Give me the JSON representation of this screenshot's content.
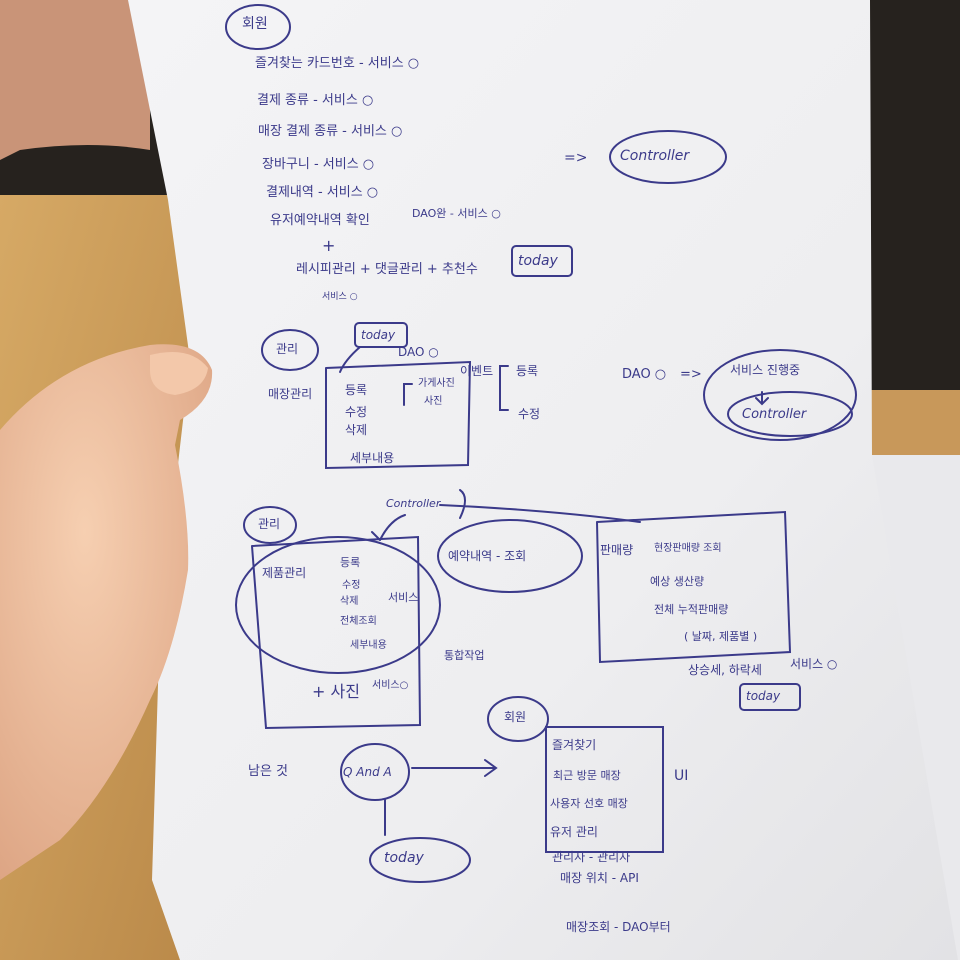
{
  "colors": {
    "ink": "#3b3a8a",
    "paper": "#f3f3f5",
    "desk": "#c99a5a",
    "dark": "#221f1c",
    "skin": "#f0c2a2"
  },
  "sec_a": {
    "head": "회원",
    "items": [
      "즐겨찾는 카드번호 - 서비스 ○",
      "결제 종류 - 서비스 ○",
      "매장 결제 종류 - 서비스 ○",
      "장바구니 - 서비스 ○",
      "결제내역 - 서비스 ○"
    ],
    "reserve": "유저예약내역 확인",
    "reserve_note": "DAO완 - 서비스 ○",
    "plus": "+",
    "line2": "레시피관리 + 댓글관리 + 추천수",
    "sub": "서비스 ○",
    "today": "today",
    "arrow": "=>",
    "controller": "Controller"
  },
  "sec_b": {
    "head": "관리",
    "today": "today",
    "dao": "DAO ○",
    "menu": "매장관리",
    "items": [
      "등록",
      "수정",
      "삭제",
      "세부내용"
    ],
    "sub": [
      "가게사진",
      "사진"
    ],
    "event": "이벤트",
    "event_items": [
      "등록",
      "수정"
    ],
    "right_dao": "DAO ○",
    "right_arrow": "=>",
    "svc": "서비스 진행중",
    "ctrl": "Controller"
  },
  "sec_c": {
    "head": "관리",
    "ctrl": "Controller",
    "menu": "제품관리",
    "items": [
      "등록",
      "수정",
      "삭제",
      "전체조회",
      "세부내용"
    ],
    "svc": "서비스",
    "merge": "통합작업",
    "photo": "+ 사진",
    "photo_note": "서비스○",
    "reserve": "예약내역 - 조회",
    "sales_head": "판매량",
    "sales": [
      "현장판매량 조회",
      "예상 생산량",
      "전체 누적판매량",
      "( 날짜, 제품별 )"
    ],
    "after": "상승세, 하락세",
    "after_note": "서비스 ○",
    "today": "today"
  },
  "sec_d": {
    "head": "회원",
    "remain": "남은 것",
    "qa": "Q And A",
    "today": "today",
    "box": [
      "즐겨찾기",
      "최근 방문 매장",
      "사용자 선호 매장",
      "유저 관리"
    ],
    "ui": "UI",
    "more": [
      "관리자 - 관리자",
      "매장 위치 - API",
      "매장조회 - DAO부터"
    ]
  }
}
